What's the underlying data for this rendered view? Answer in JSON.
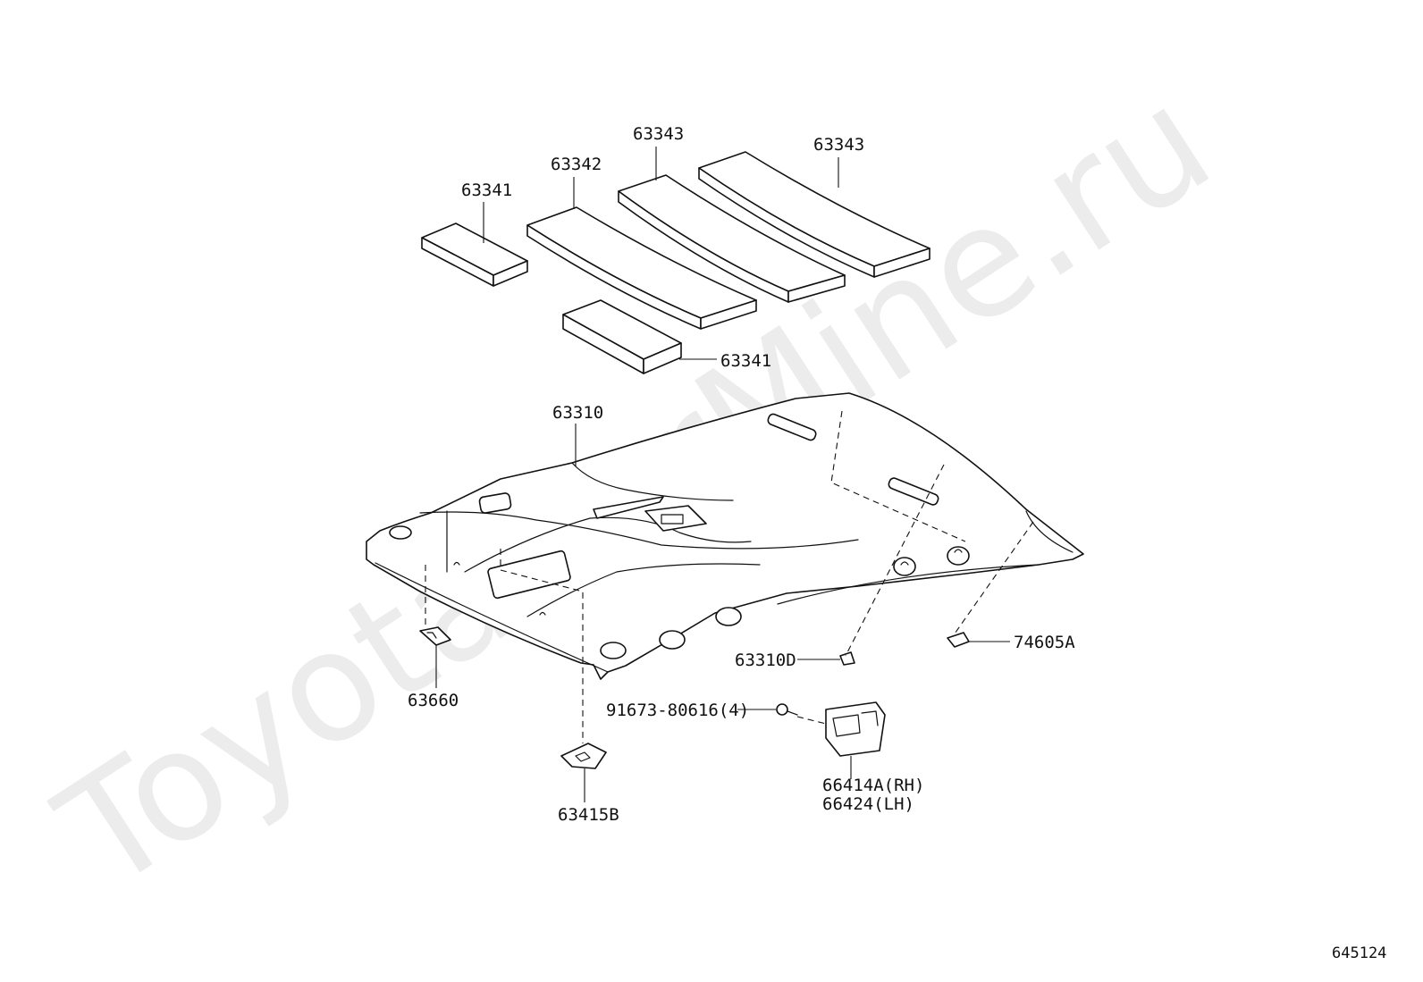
{
  "watermark": "ToyotaCarMine.ru",
  "diagram_id": "645124",
  "labels": {
    "p63341_a": "63341",
    "p63342": "63342",
    "p63343_a": "63343",
    "p63343_b": "63343",
    "p63341_b": "63341",
    "p63310": "63310",
    "p63310d": "63310D",
    "p74605a": "74605A",
    "p63660": "63660",
    "p63415b": "63415B",
    "p91673": "91673-80616(4)",
    "p66414a": "66414A(RH)",
    "p66424": "66424(LH)"
  },
  "colors": {
    "ink": "#111111",
    "watermark": "#ececec",
    "background": "#ffffff"
  }
}
